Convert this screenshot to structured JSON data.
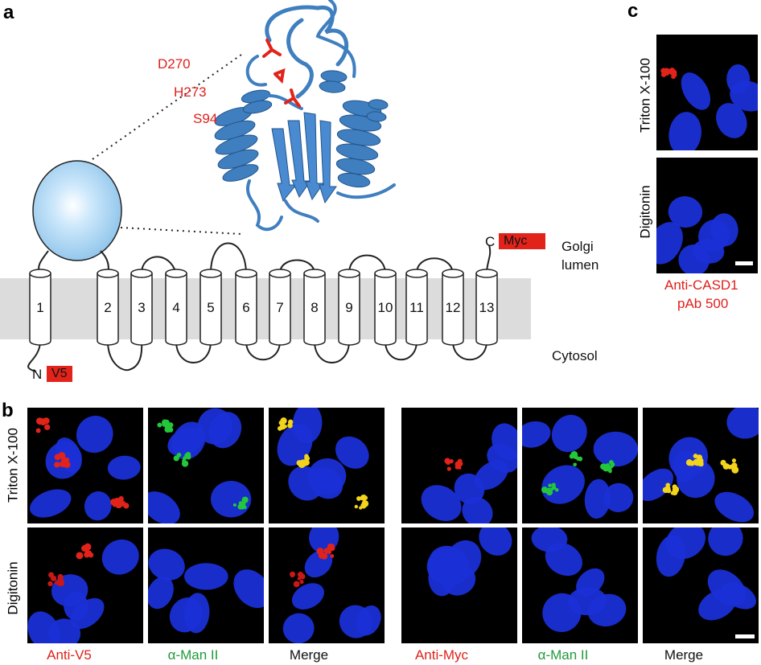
{
  "panels": {
    "a": {
      "letter": "a",
      "residues": [
        "D270",
        "H273",
        "S94"
      ],
      "regions": {
        "lumen_line1": "Golgi",
        "lumen_line2": "lumen",
        "cytosol": "Cytosol"
      },
      "termini": {
        "n": "N",
        "n_tag": "V5",
        "c": "C",
        "c_tag": "Myc"
      },
      "helices": [
        "1",
        "2",
        "3",
        "4",
        "5",
        "6",
        "7",
        "8",
        "9",
        "10",
        "11",
        "12",
        "13"
      ],
      "colors": {
        "membrane": "#dcdcdc",
        "domain": "#a9d6f4",
        "protein": "#3f7fc0",
        "residue": "#e2231a"
      }
    },
    "b": {
      "letter": "b",
      "rows": [
        "Triton X-100",
        "Digitonin"
      ],
      "columns": [
        {
          "label": "Anti-V5",
          "color": "red"
        },
        {
          "label": "α-Man II",
          "color": "green"
        },
        {
          "label": "Merge",
          "color": "black"
        },
        {
          "label": "Anti-Myc",
          "color": "red"
        },
        {
          "label": "α-Man II",
          "color": "green"
        },
        {
          "label": "Merge",
          "color": "black"
        }
      ]
    },
    "c": {
      "letter": "c",
      "rows": [
        "Triton X-100",
        "Digitonin"
      ],
      "caption_line1": "Anti-CASD1",
      "caption_line2": "pAb 500"
    }
  }
}
